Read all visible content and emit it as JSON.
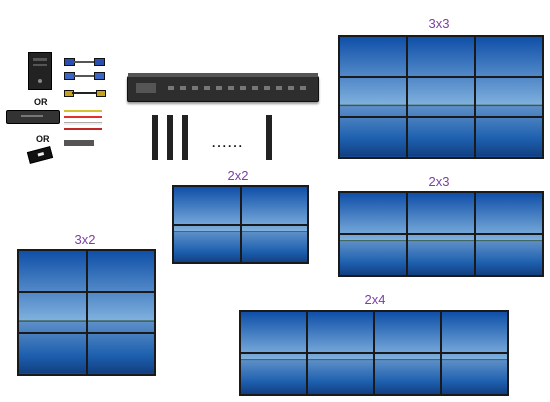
{
  "sources": {
    "or_labels": [
      "OR",
      "OR"
    ]
  },
  "cables": {
    "ellipsis": "......"
  },
  "walls": [
    {
      "label": "3x3",
      "rows": 3,
      "cols": 3
    },
    {
      "label": "2x2",
      "rows": 2,
      "cols": 2
    },
    {
      "label": "2x3",
      "rows": 2,
      "cols": 3
    },
    {
      "label": "3x2",
      "rows": 3,
      "cols": 2
    },
    {
      "label": "2x4",
      "rows": 2,
      "cols": 4
    }
  ],
  "colors": {
    "label": "#7b3fa3",
    "sky_top": "#0f4fa8",
    "sky_bottom": "#7fb0dd",
    "water": "#1d5fae",
    "bezel": "#1a1a1a"
  }
}
